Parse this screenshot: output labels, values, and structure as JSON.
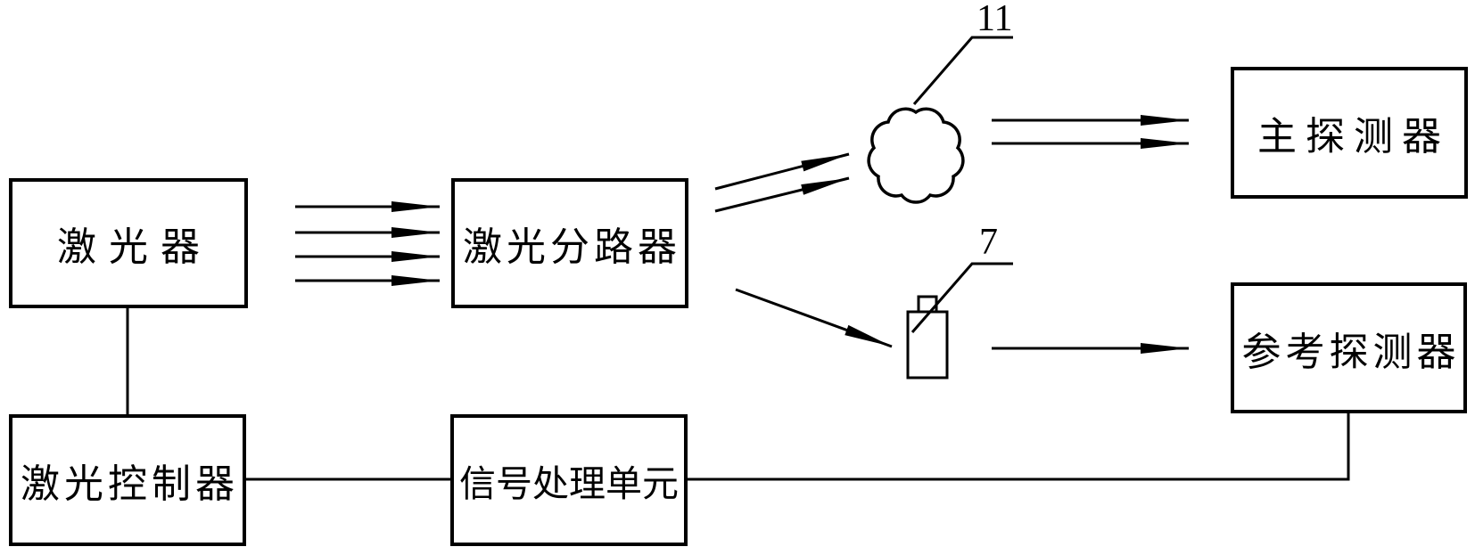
{
  "figure": {
    "background_color": "#ffffff",
    "line_color": "#000000",
    "nodes": {
      "laser": {
        "label": "激光器"
      },
      "splitter": {
        "label": "激光分路器"
      },
      "main_detector": {
        "label": "主探测器"
      },
      "reference_detector": {
        "label": "参考探测器"
      },
      "laser_controller": {
        "label": "激光控制器"
      },
      "signal_processing_unit": {
        "label": "信号处理单元"
      }
    },
    "callouts": {
      "cloud": {
        "number": "11"
      },
      "cell": {
        "number": "7"
      }
    }
  }
}
